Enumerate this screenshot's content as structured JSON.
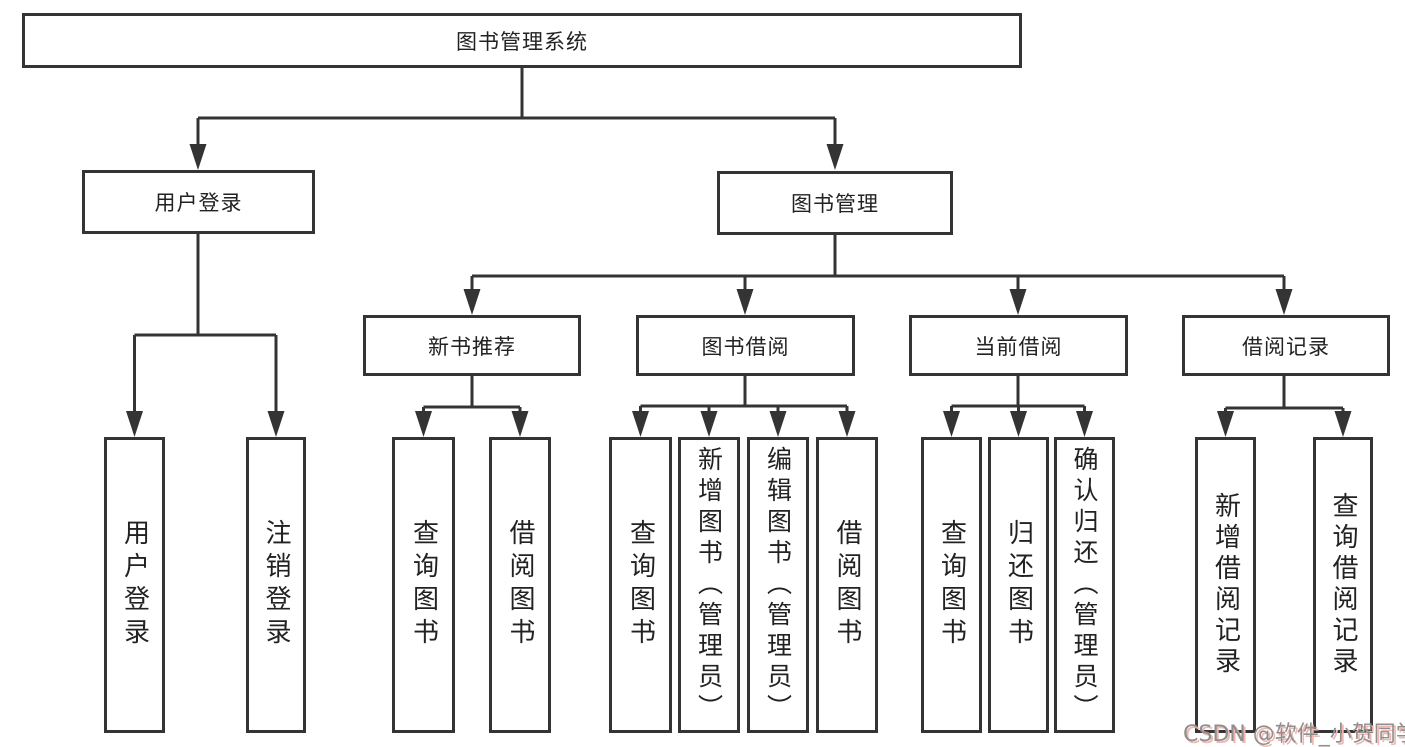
{
  "diagram_title": "图书管理系统",
  "tree": {
    "root": {
      "label": "图书管理系统",
      "children": [
        {
          "label": "用户登录",
          "children": [
            {
              "label": "用户登录"
            },
            {
              "label": "注销登录"
            }
          ]
        },
        {
          "label": "图书管理",
          "children": [
            {
              "label": "新书推荐",
              "children": [
                {
                  "label": "查询图书"
                },
                {
                  "label": "借阅图书"
                }
              ]
            },
            {
              "label": "图书借阅",
              "children": [
                {
                  "label": "查询图书"
                },
                {
                  "label": "新增图书（管理员）"
                },
                {
                  "label": "编辑图书（管理员）"
                },
                {
                  "label": "借阅图书"
                }
              ]
            },
            {
              "label": "当前借阅",
              "children": [
                {
                  "label": "查询图书"
                },
                {
                  "label": "归还图书"
                },
                {
                  "label": "确认归还（管理员）"
                }
              ]
            },
            {
              "label": "借阅记录",
              "children": [
                {
                  "label": "新增借阅记录"
                },
                {
                  "label": "查询借阅记录"
                }
              ]
            }
          ]
        }
      ]
    }
  },
  "watermark": {
    "text": "CSDN @软件_小贺同学"
  },
  "colors": {
    "line": "#343434",
    "text": "#222222",
    "background": "#ffffff",
    "watermark_text": "#8f8f8f",
    "watermark_shadow": "#f0b6b0"
  }
}
